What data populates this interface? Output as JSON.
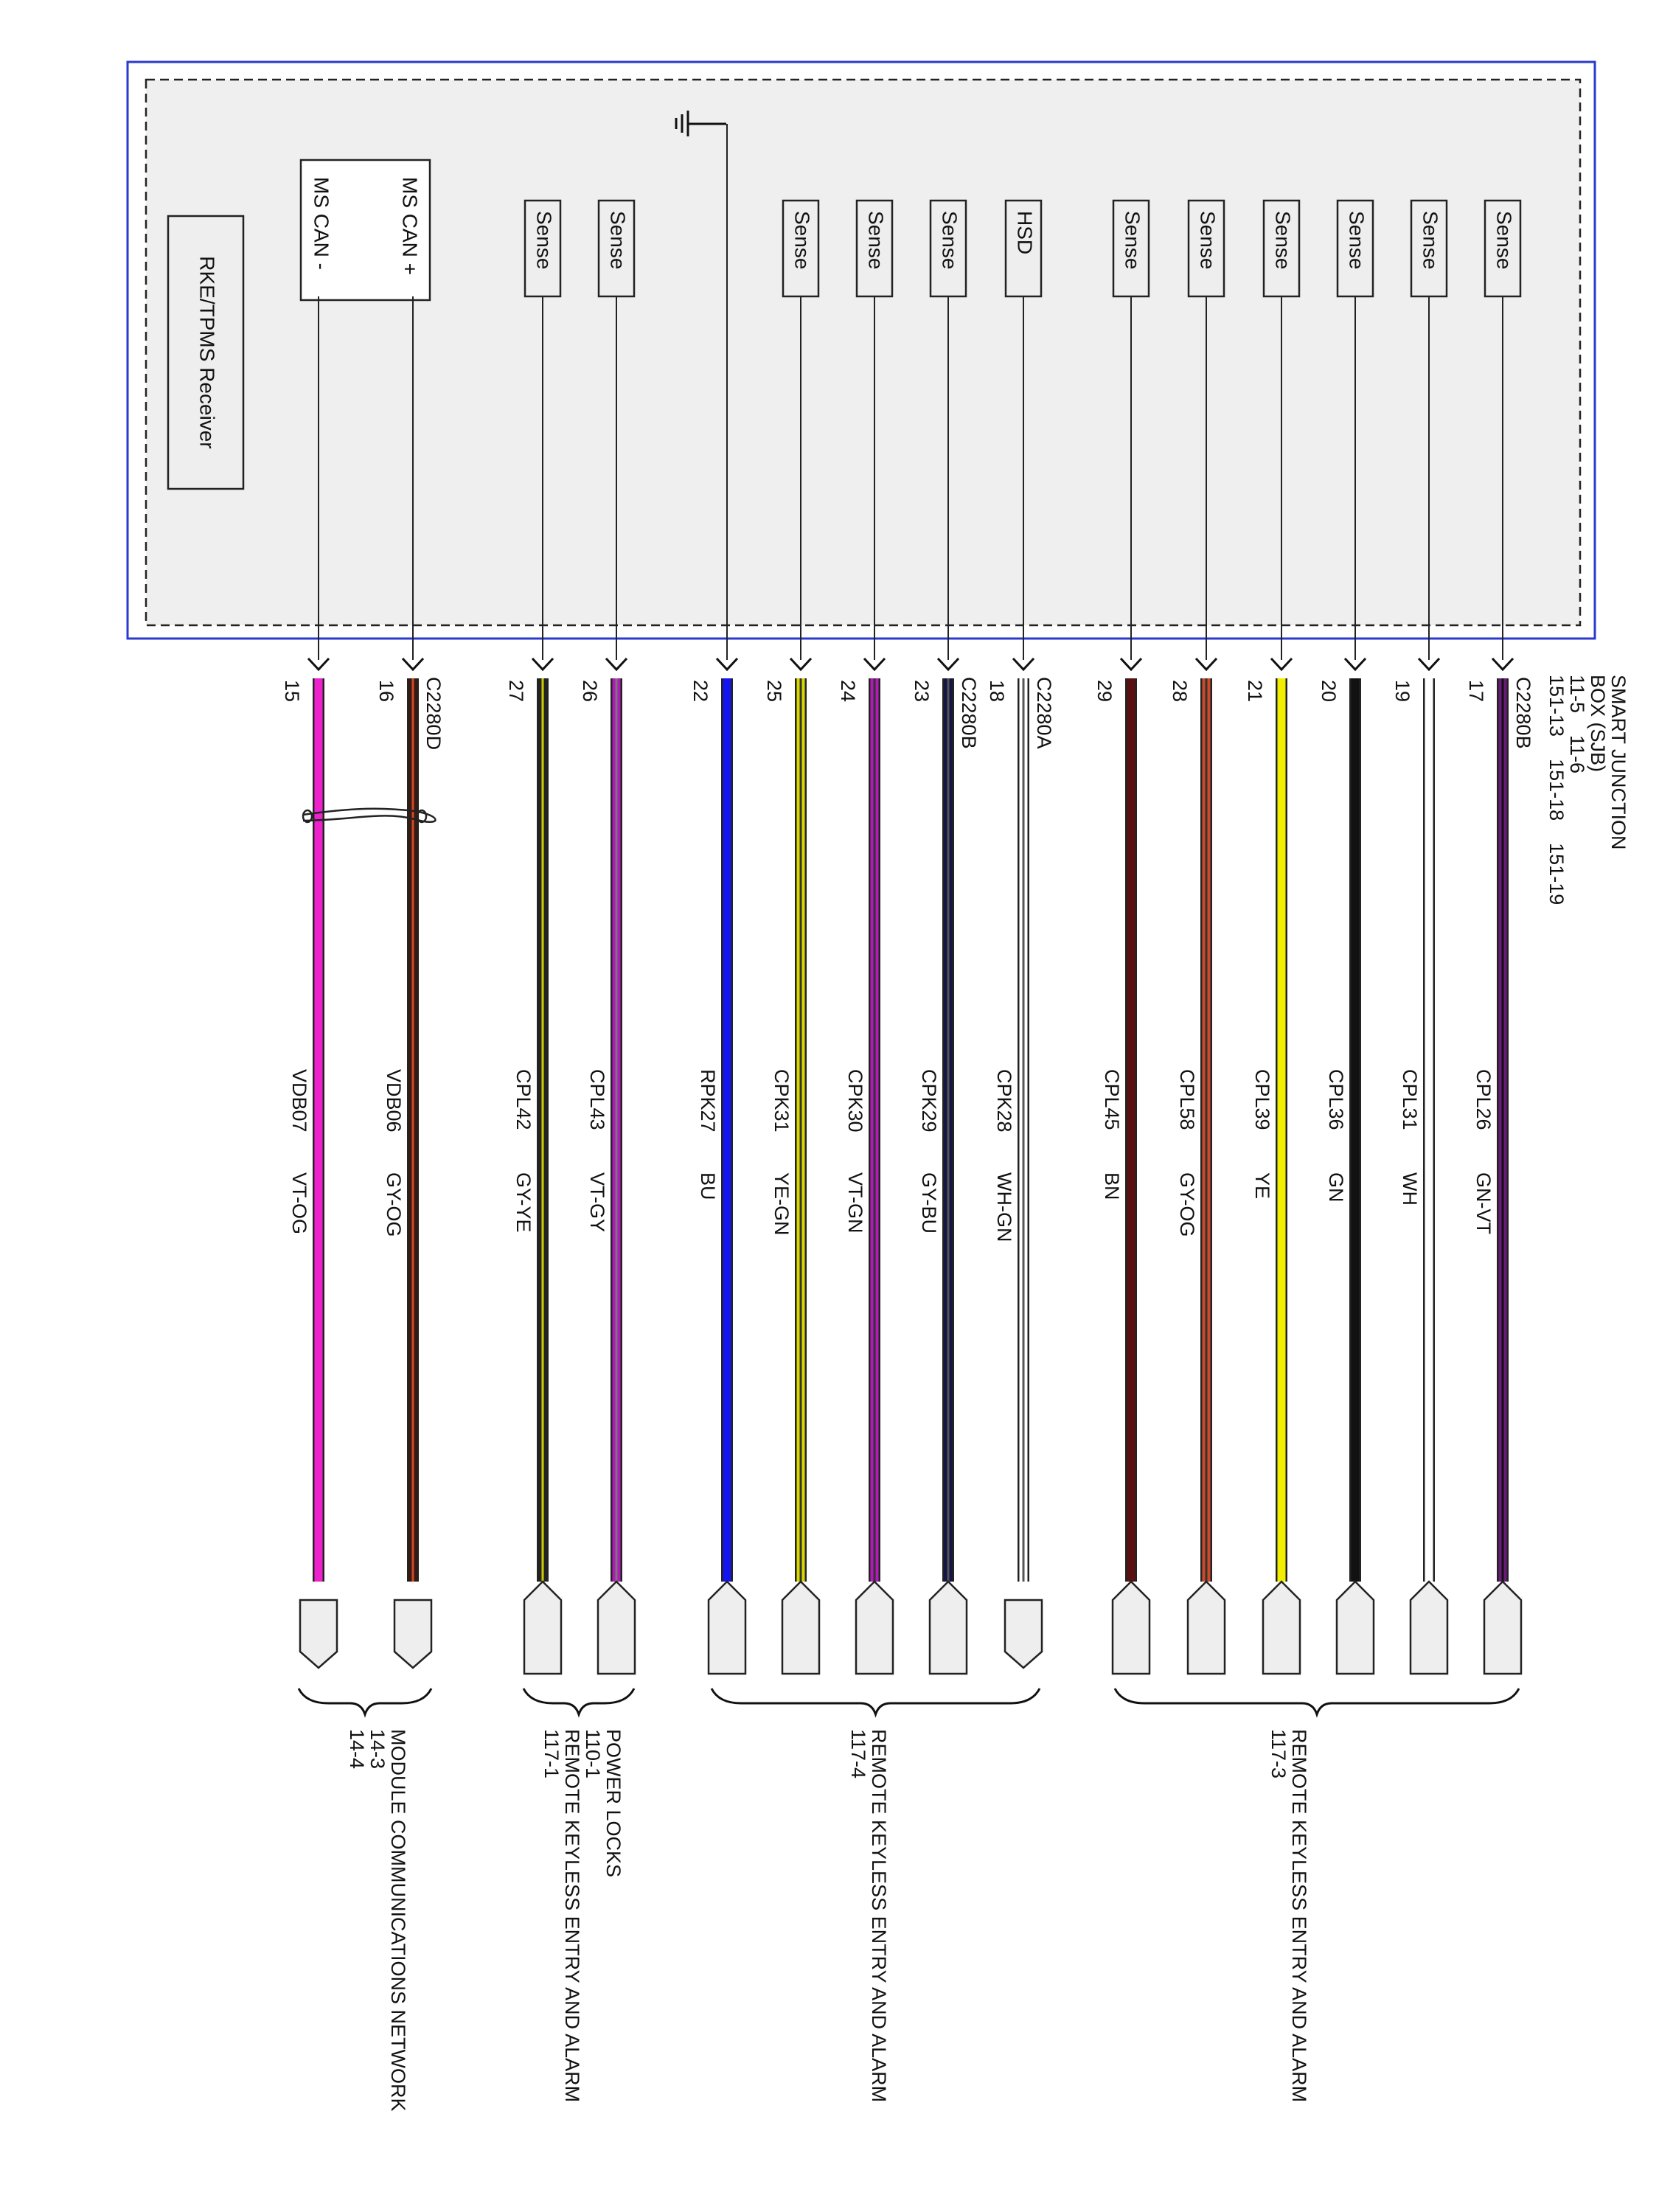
{
  "title_lines": [
    "SMART JUNCTION",
    "BOX (SJB)",
    "11-5    11-6",
    "151-13    151-18    151-19"
  ],
  "module": {
    "receiver_label": "RKE/TPMS Receiver",
    "can_plus": "MS CAN +",
    "can_minus": "MS CAN -"
  },
  "connectors": [
    {
      "id": "C2280B",
      "at_wire": "17"
    },
    {
      "id": "C2280A",
      "at_wire": "18"
    },
    {
      "id": "C2280B",
      "at_wire": "23"
    },
    {
      "id": "C2280D",
      "at_wire": "16"
    }
  ],
  "wires": [
    {
      "pin": "17",
      "circuit": "CPL26",
      "color_code": "GN-VT",
      "block": "Sense",
      "stroke": "#6a1a78",
      "stripe": "#111111",
      "end": "arrow"
    },
    {
      "pin": "19",
      "circuit": "CPL31",
      "color_code": "WH",
      "block": "Sense",
      "stroke": "#ffffff",
      "stripe": "",
      "end": "arrow"
    },
    {
      "pin": "20",
      "circuit": "CPL36",
      "color_code": "GN",
      "block": "Sense",
      "stroke": "#111111",
      "stripe": "",
      "end": "arrow"
    },
    {
      "pin": "21",
      "circuit": "CPL39",
      "color_code": "YE",
      "block": "Sense",
      "stroke": "#f2ee00",
      "stripe": "",
      "end": "arrow"
    },
    {
      "pin": "28",
      "circuit": "CPL58",
      "color_code": "GY-OG",
      "block": "Sense",
      "stroke": "#cc4a2a",
      "stripe": "#333333",
      "end": "arrow"
    },
    {
      "pin": "29",
      "circuit": "CPL45",
      "color_code": "BN",
      "block": "Sense",
      "stroke": "#5a1010",
      "stripe": "",
      "end": "arrow"
    },
    {
      "pin": "18",
      "circuit": "CPK28",
      "color_code": "WH-GN",
      "block": "HSD",
      "stroke": "#ffffff",
      "stripe": "#555555",
      "end": "plug"
    },
    {
      "pin": "23",
      "circuit": "CPK29",
      "color_code": "GY-BU",
      "block": "Sense",
      "stroke": "#141446",
      "stripe": "#555555",
      "end": "arrow"
    },
    {
      "pin": "24",
      "circuit": "CPK30",
      "color_code": "VT-GN",
      "block": "Sense",
      "stroke": "#b21ab8",
      "stripe": "#333333",
      "end": "arrow"
    },
    {
      "pin": "25",
      "circuit": "CPK31",
      "color_code": "YE-GN",
      "block": "Sense",
      "stroke": "#d8d800",
      "stripe": "#333333",
      "end": "arrow"
    },
    {
      "pin": "22",
      "circuit": "RPK27",
      "color_code": "BU",
      "block": "",
      "stroke": "#1414ee",
      "stripe": "",
      "end": "arrow"
    },
    {
      "pin": "26",
      "circuit": "CPL43",
      "color_code": "VT-GY",
      "block": "Sense",
      "stroke": "#b21ab8",
      "stripe": "#777777",
      "end": "arrow"
    },
    {
      "pin": "27",
      "circuit": "CPL42",
      "color_code": "GY-YE",
      "block": "Sense",
      "stroke": "#222222",
      "stripe": "#cccc00",
      "end": "arrow"
    },
    {
      "pin": "16",
      "circuit": "VDB06",
      "color_code": "GY-OG",
      "block": "",
      "stroke": "#3a1a10",
      "stripe": "#cc4a2a",
      "end": "plug"
    },
    {
      "pin": "15",
      "circuit": "VDB07",
      "color_code": "VT-OG",
      "block": "",
      "stroke": "#ee22cc",
      "stripe": "",
      "end": "plug"
    }
  ],
  "destinations": [
    {
      "lines": [
        "REMOTE KEYLESS ENTRY AND ALARM",
        "117-3"
      ]
    },
    {
      "lines": [
        "REMOTE KEYLESS ENTRY AND ALARM",
        "117-4"
      ]
    },
    {
      "lines": [
        "POWER LOCKS",
        "110-1",
        "REMOTE KEYLESS ENTRY AND ALARM",
        "117-1"
      ]
    },
    {
      "lines": [
        "MODULE COMMUNICATIONS NETWORK",
        "14-3",
        "14-4"
      ]
    }
  ]
}
